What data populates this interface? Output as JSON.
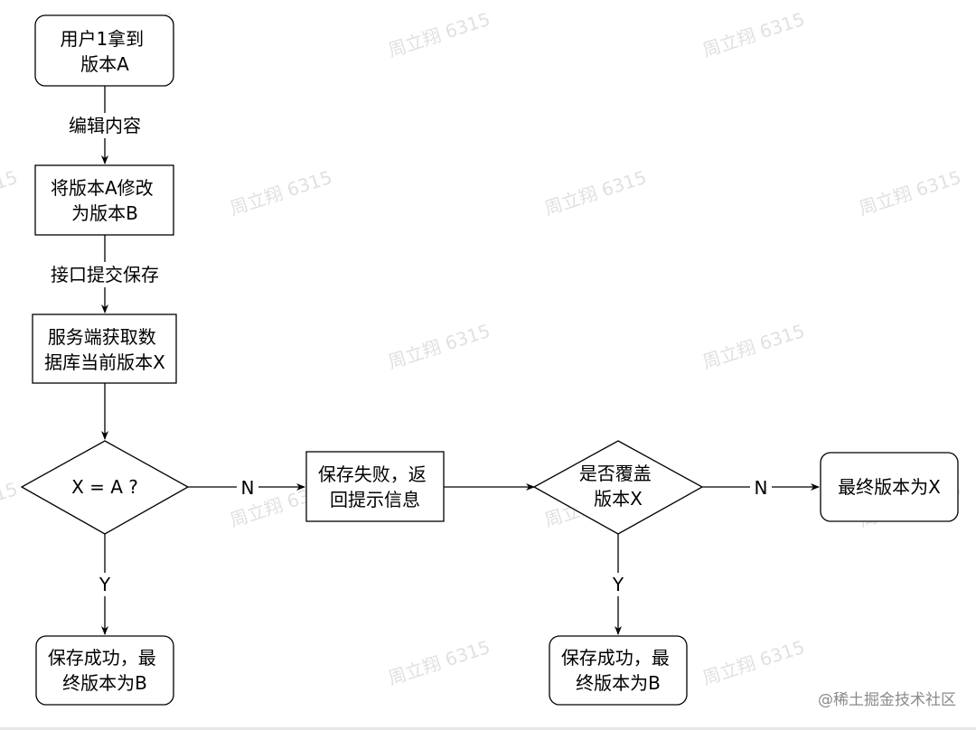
{
  "nodes": {
    "user_gets_a": {
      "lines": [
        "用户1拿到",
        "版本A"
      ]
    },
    "modify_to_b": {
      "lines": [
        "将版本A修改",
        "为版本B"
      ]
    },
    "server_fetch_x": {
      "lines": [
        "服务端获取数",
        "据库当前版本X"
      ]
    },
    "decision_x_eq_a": {
      "lines": [
        "X = A ?"
      ]
    },
    "save_fail": {
      "lines": [
        "保存失败，返",
        "回提示信息"
      ]
    },
    "decision_overwrite": {
      "lines": [
        "是否覆盖",
        "版本X"
      ]
    },
    "final_x": {
      "lines": [
        "最终版本为X"
      ]
    },
    "success_left": {
      "lines": [
        "保存成功，最",
        "终版本为B"
      ]
    },
    "success_right": {
      "lines": [
        "保存成功，最",
        "终版本为B"
      ]
    }
  },
  "edges": {
    "edit_content": "编辑内容",
    "submit_save": "接口提交保存",
    "no_1": "N",
    "yes_1": "Y",
    "no_2": "N",
    "yes_2": "Y"
  },
  "watermark": "周立翔 6315",
  "credit": "@稀土掘金技术社区",
  "colors": {
    "stroke": "#000000",
    "fill": "#ffffff",
    "watermark": "#c8c8c8"
  }
}
